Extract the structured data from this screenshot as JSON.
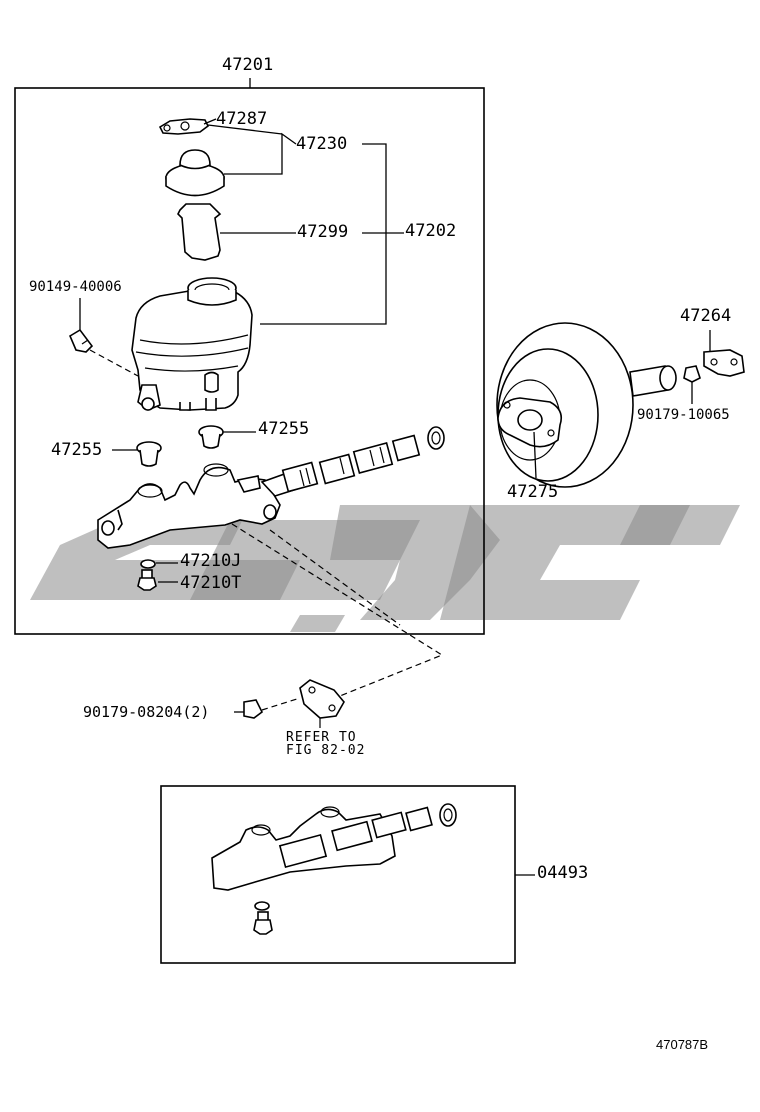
{
  "diagram": {
    "labels": {
      "assembly_top": "47201",
      "gasket": "47287",
      "cap": "47230",
      "strainer": "47299",
      "reservoir_set": "47202",
      "reservoir_screw": "90149-40006",
      "grommet_left": "47255",
      "grommet_right": "47255",
      "gasket_j": "47210J",
      "plug_t": "47210T",
      "booster_bracket": "47264",
      "booster_nut": "90179-10065",
      "booster_gasket": "47275",
      "nut_qty": "90179-08204(2)",
      "refer_line1": "REFER TO",
      "refer_line2": "FIG 82-02",
      "kit": "04493",
      "figure_code": "470787B"
    }
  }
}
